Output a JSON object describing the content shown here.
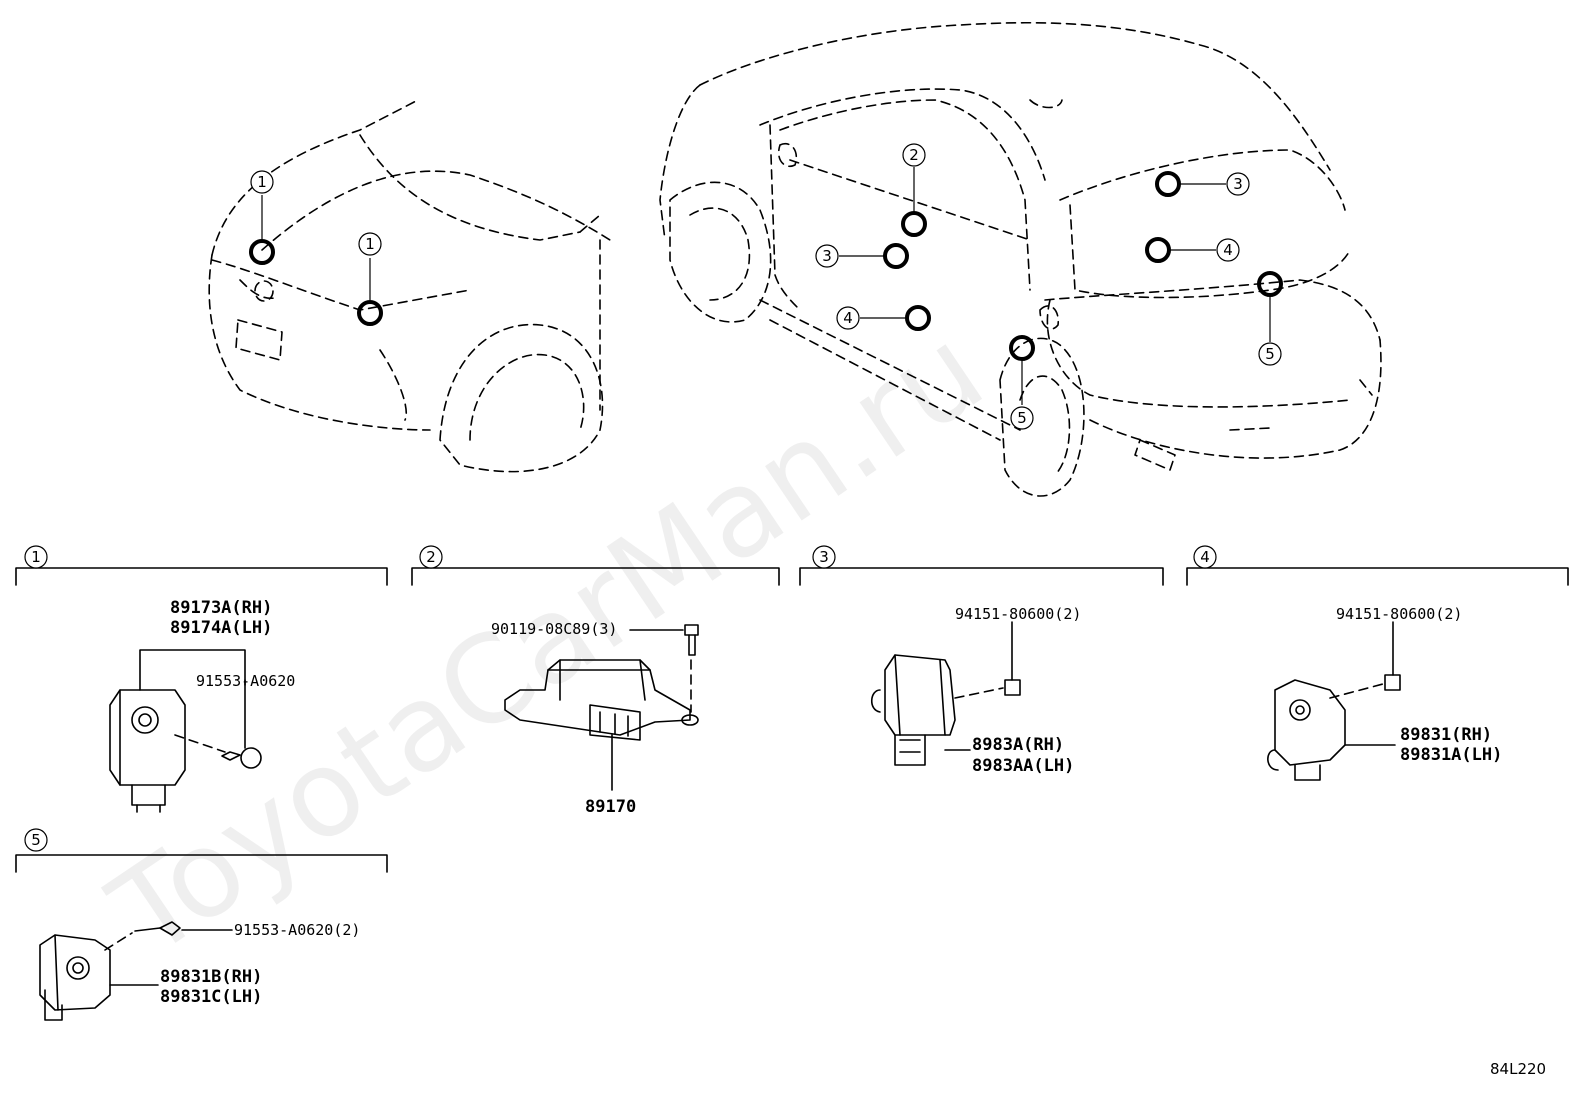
{
  "watermark": "ToyotaCarMan.ru",
  "reference_code": "84L220",
  "sections": [
    {
      "id": "1",
      "parts": [
        "89173A(RH)",
        "89174A(LH)",
        "91553-A0620"
      ]
    },
    {
      "id": "2",
      "parts": [
        "90119-08C89(3)",
        "89170"
      ]
    },
    {
      "id": "3",
      "parts": [
        "94151-80600(2)",
        "8983A(RH)",
        "8983AA(LH)"
      ]
    },
    {
      "id": "4",
      "parts": [
        "94151-80600(2)",
        "89831(RH)",
        "89831A(LH)"
      ]
    },
    {
      "id": "5",
      "parts": [
        "91553-A0620(2)",
        "89831B(RH)",
        "89831C(LH)"
      ]
    }
  ],
  "front_view_callouts": [
    "1",
    "1"
  ],
  "rear_view_callouts": [
    "2",
    "3",
    "4",
    "5",
    "3",
    "4",
    "5"
  ]
}
